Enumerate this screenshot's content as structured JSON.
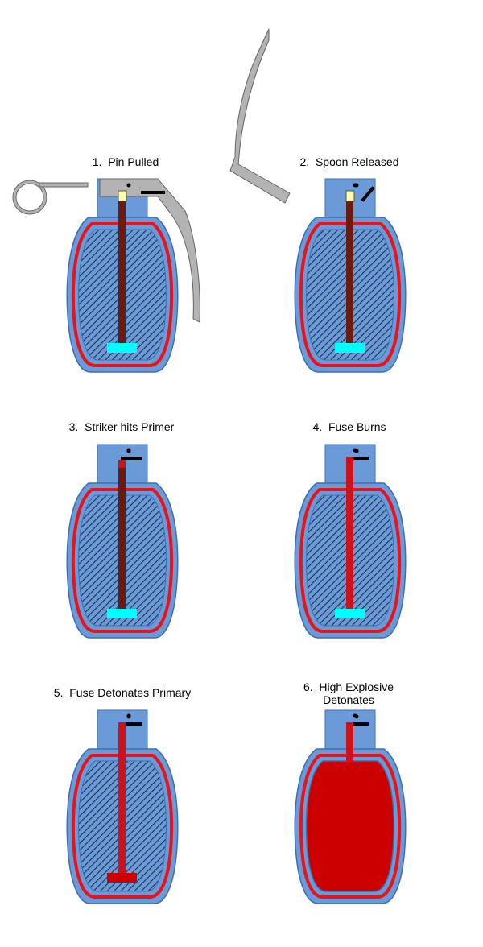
{
  "colors": {
    "body_fill": "#6a9bd8",
    "body_stroke": "#3d6fb0",
    "cap_fill": "#6a9bd8",
    "liner": "#e8141c",
    "explosive_hatch": "#1c2f4f",
    "fuse_unburnt": "#6b1a10",
    "fuse_burning": "#d0101a",
    "primer": "#00ffff",
    "striker_head": "#ffffaa",
    "spoon_fill": "#b3b3b3",
    "spoon_stroke": "#666666",
    "lever_bar": "#000000",
    "detonation": "#cc0000"
  },
  "steps": [
    {
      "number": "1.",
      "label": "Pin Pulled"
    },
    {
      "number": "2.",
      "label": "Spoon Released"
    },
    {
      "number": "3.",
      "label": "Striker hits Primer"
    },
    {
      "number": "4.",
      "label": "Fuse Burns"
    },
    {
      "number": "5.",
      "label": "Fuse Detonates Primary"
    },
    {
      "number": "6.",
      "label": "High Explosive",
      "label_line2": "Detonates"
    }
  ]
}
